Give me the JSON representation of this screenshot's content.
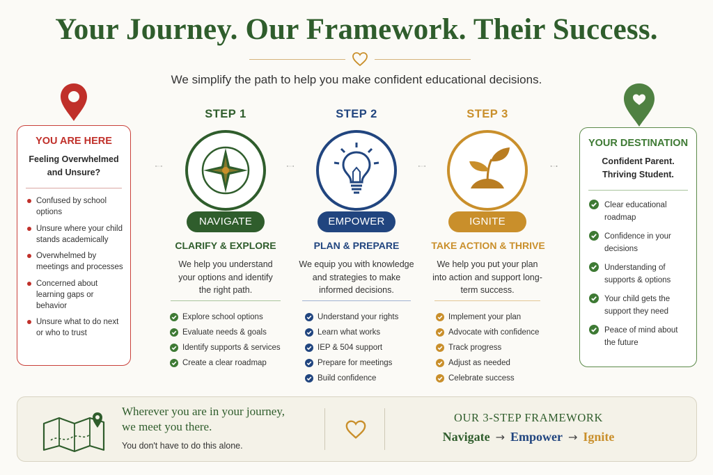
{
  "header": {
    "title": "Your Journey. Our Framework. Their Success.",
    "subtitle": "We simplify the path to help you make confident educational decisions."
  },
  "colors": {
    "green": "#2f5d2c",
    "navy": "#21457f",
    "gold": "#c98f2b",
    "red": "#c0302a",
    "background": "#fbfaf6"
  },
  "start": {
    "heading": "YOU ARE HERE",
    "subheading_line1": "Feeling Overwhelmed",
    "subheading_line2": "and Unsure?",
    "icon": "map-pin-icon",
    "items": [
      "Confused by school options",
      "Unsure where your child stands academically",
      "Overwhelmed by meetings and processes",
      "Concerned about learning gaps or behavior",
      "Unsure what to do next or who to trust"
    ]
  },
  "steps": [
    {
      "step_label": "STEP 1",
      "icon": "compass-icon",
      "badge": "NAVIGATE",
      "phase": "CLARIFY & EXPLORE",
      "description": "We help you understand your options and identify the right path.",
      "items": [
        "Explore school options",
        "Evaluate needs & goals",
        "Identify supports & services",
        "Create a clear roadmap"
      ]
    },
    {
      "step_label": "STEP 2",
      "icon": "lightbulb-icon",
      "badge": "EMPOWER",
      "phase": "PLAN & PREPARE",
      "description": "We equip you with knowledge and strategies to make informed decisions.",
      "items": [
        "Understand your rights",
        "Learn what works",
        "IEP & 504 support",
        "Prepare for meetings",
        "Build confidence"
      ]
    },
    {
      "step_label": "STEP 3",
      "icon": "sprout-icon",
      "badge": "IGNITE",
      "phase": "TAKE ACTION & THRIVE",
      "description": "We help you put your plan into action and support long-term success.",
      "items": [
        "Implement your plan",
        "Advocate with confidence",
        "Track progress",
        "Adjust as needed",
        "Celebrate success"
      ]
    }
  ],
  "destination": {
    "heading": "YOUR DESTINATION",
    "subheading_line1": "Confident Parent.",
    "subheading_line2": "Thriving Student.",
    "icon": "heart-pin-icon",
    "items": [
      "Clear educational roadmap",
      "Confidence in your decisions",
      "Understanding of supports & options",
      "Your child gets the support they need",
      "Peace of mind about the future"
    ]
  },
  "footer": {
    "message_line1": "Wherever you are in your journey,",
    "message_line2": "we meet you there.",
    "sub_message": "You don't have to do this alone.",
    "framework_heading": "OUR 3-STEP FRAMEWORK",
    "flow": [
      "Navigate",
      "Empower",
      "Ignite"
    ],
    "arrow": "→",
    "icons": [
      "folded-map-icon",
      "heart-icon"
    ]
  }
}
